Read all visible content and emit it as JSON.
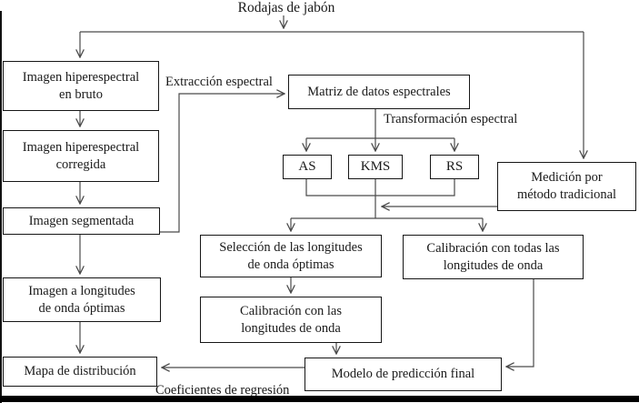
{
  "nodes": {
    "rodajas": {
      "label": "Rodajas de jabón"
    },
    "imagen_bruto": {
      "label": "Imagen hiperespectral\nen bruto"
    },
    "imagen_corregida": {
      "label": "Imagen hiperespectral\ncorregida"
    },
    "imagen_segmentada": {
      "label": "Imagen segmentada"
    },
    "imagen_longitudes": {
      "label": "Imagen a longitudes\nde onda óptimas"
    },
    "mapa_distribucion": {
      "label": "Mapa de distribución"
    },
    "matriz": {
      "label": "Matriz de datos espectrales"
    },
    "as": {
      "label": "AS"
    },
    "kms": {
      "label": "KMS"
    },
    "rs": {
      "label": "RS"
    },
    "medicion": {
      "label": "Medición por\nmétodo tradicional"
    },
    "seleccion": {
      "label": "Selección de las longitudes\nde onda óptimas"
    },
    "calibracion_todas": {
      "label": "Calibración con todas las\nlongitudes de onda"
    },
    "calibracion_optimas": {
      "label": "Calibración con las\nlongitudes de onda"
    },
    "modelo": {
      "label": "Modelo de predicción final"
    }
  },
  "edge_labels": {
    "extraccion": "Extracción espectral",
    "transformacion": "Transformación espectral",
    "coeficientes": "Coeficientes de regresión"
  },
  "colors": {
    "line": "#4a4a4a",
    "box_border": "#161616",
    "text": "#1a1a1a",
    "background": "#ffffff",
    "bottom_bar": "#000000"
  }
}
